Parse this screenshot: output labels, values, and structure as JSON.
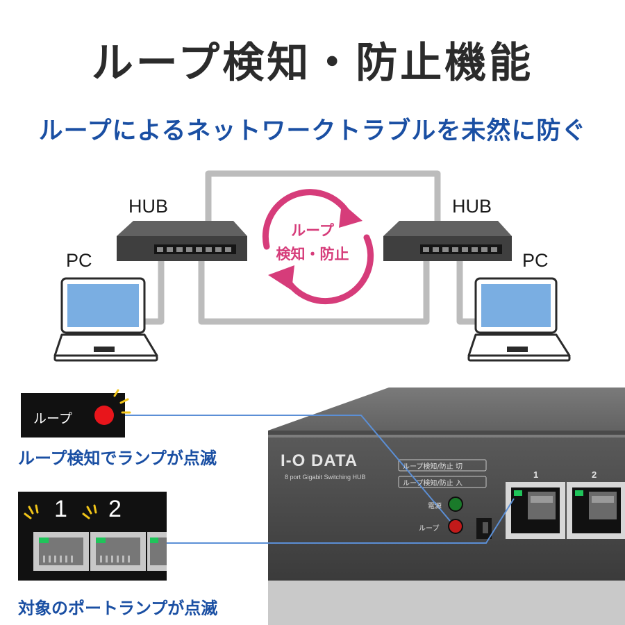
{
  "title": "ループ検知・防止機能",
  "subtitle": "ループによるネットワークトラブルを未然に防ぐ",
  "diagram": {
    "hub_left_label": "HUB",
    "hub_right_label": "HUB",
    "pc_left_label": "PC",
    "pc_right_label": "PC",
    "center_line1": "ループ",
    "center_line2": "検知・防止"
  },
  "callouts": {
    "loop_led_panel_text": "ループ",
    "loop_led_caption": "ループ検知でランプが点滅",
    "port_panel_num1": "1",
    "port_panel_num2": "2",
    "port_caption": "対象のポートランプが点滅"
  },
  "device": {
    "brand": "I-O DATA",
    "model": "8 port Gigabit Switching HUB",
    "switch_label_off": "ループ検知/防止 切",
    "switch_label_on": "ループ検知/防止 入",
    "led_power_label": "電源",
    "led_loop_label": "ループ",
    "port1_number": "1",
    "port2_number": "2"
  },
  "colors": {
    "title": "#2b2b2b",
    "subtitle_blue": "#1a4fa3",
    "loop_pink": "#d63c7a",
    "cable_gray": "#bcbcbc",
    "led_red": "#e8151b",
    "led_green": "#1fc45a",
    "callout_line": "#5b8fd6"
  }
}
